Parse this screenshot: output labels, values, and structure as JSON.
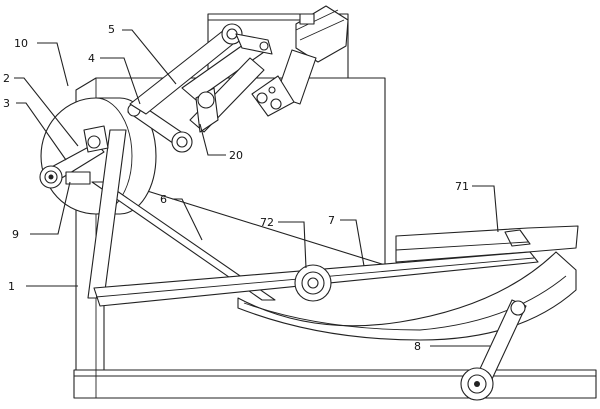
{
  "labels": {
    "l10": "10",
    "l5": "5",
    "l4": "4",
    "l2": "2",
    "l3": "3",
    "l20": "20",
    "l6": "6",
    "l71": "71",
    "l72": "72",
    "l7": "7",
    "l9": "9",
    "l1": "1",
    "l8": "8"
  },
  "colors": {
    "line": "#222222",
    "background": "#ffffff"
  }
}
